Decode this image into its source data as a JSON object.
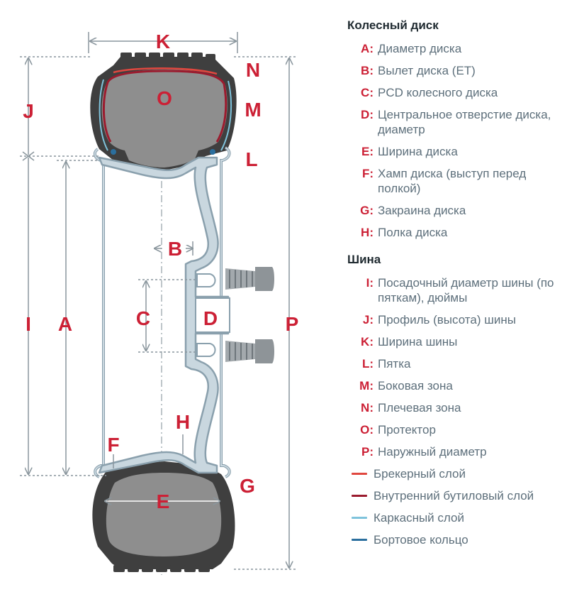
{
  "diagram": {
    "letters": {
      "K": "K",
      "N": "N",
      "O": "O",
      "M": "M",
      "J": "J",
      "L": "L",
      "B": "B",
      "C": "C",
      "D": "D",
      "I": "I",
      "A": "A",
      "P": "P",
      "F": "F",
      "H": "H",
      "G": "G",
      "E": "E"
    }
  },
  "legend": {
    "wheel_title": "Колесный диск",
    "wheel_items": [
      {
        "key": "A:",
        "text": "Диаметр диска"
      },
      {
        "key": "B:",
        "text": "Вылет диска (ET)"
      },
      {
        "key": "C:",
        "text": "PCD колесного диска"
      },
      {
        "key": "D:",
        "text": "Центральное отверстие диска, диаметр"
      },
      {
        "key": "E:",
        "text": "Ширина диска"
      },
      {
        "key": "F:",
        "text": "Хамп диска (выступ перед полкой)"
      },
      {
        "key": "G:",
        "text": "Закраина диска"
      },
      {
        "key": "H:",
        "text": "Полка диска"
      }
    ],
    "tire_title": "Шина",
    "tire_items": [
      {
        "key": "I:",
        "text": "Посадочный диаметр шины (по пяткам), дюймы"
      },
      {
        "key": "J:",
        "text": "Профиль (высота) шины"
      },
      {
        "key": "K:",
        "text": "Ширина шины"
      },
      {
        "key": "L:",
        "text": "Пятка"
      },
      {
        "key": "M:",
        "text": "Боковая зона"
      },
      {
        "key": "N:",
        "text": "Плечевая зона"
      },
      {
        "key": "O:",
        "text": "Протектор"
      },
      {
        "key": "P:",
        "text": "Наружный диаметр"
      }
    ],
    "layers": [
      {
        "text": "Брекерный слой",
        "color": "#e0473f"
      },
      {
        "text": "Внутренний бутиловый слой",
        "color": "#9b1b2e"
      },
      {
        "text": "Каркасный слой",
        "color": "#7fc3dc"
      },
      {
        "text": "Бортовое кольцо",
        "color": "#2b6f9e"
      }
    ]
  }
}
